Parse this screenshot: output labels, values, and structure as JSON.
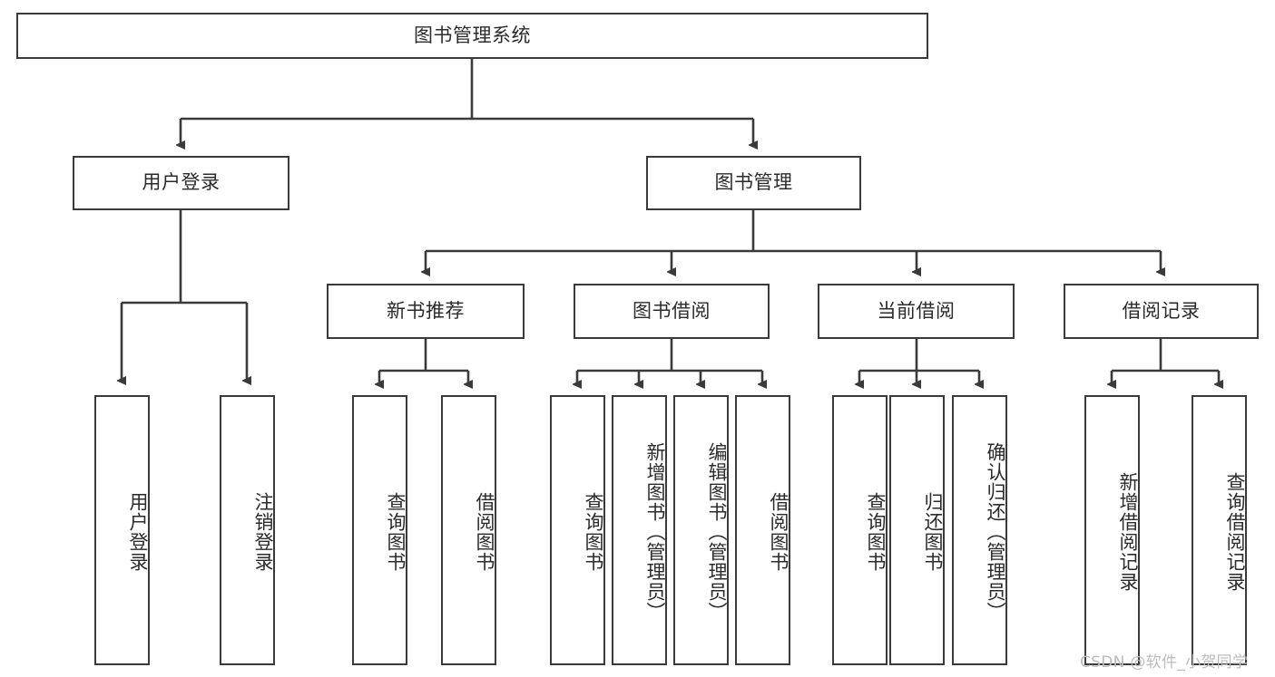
{
  "diagram": {
    "title": "图书管理系统",
    "type": "tree-hierarchy-chart",
    "root": {
      "label": "图书管理系统"
    },
    "level2": [
      {
        "label": "用户登录"
      },
      {
        "label": "图书管理"
      }
    ],
    "level3": [
      {
        "label": "新书推荐",
        "parent": "图书管理"
      },
      {
        "label": "图书借阅",
        "parent": "图书管理"
      },
      {
        "label": "当前借阅",
        "parent": "图书管理"
      },
      {
        "label": "借阅记录",
        "parent": "图书管理"
      }
    ],
    "leaves": [
      {
        "label": "用户登录",
        "parent": "用户登录"
      },
      {
        "label": "注销登录",
        "parent": "用户登录"
      },
      {
        "label": "查询图书",
        "parent": "新书推荐"
      },
      {
        "label": "借阅图书",
        "parent": "新书推荐"
      },
      {
        "label": "查询图书",
        "parent": "图书借阅"
      },
      {
        "label": "新增图书（管理员）",
        "parent": "图书借阅"
      },
      {
        "label": "编辑图书（管理员）",
        "parent": "图书借阅"
      },
      {
        "label": "借阅图书",
        "parent": "图书借阅"
      },
      {
        "label": "查询图书",
        "parent": "当前借阅"
      },
      {
        "label": "归还图书",
        "parent": "当前借阅"
      },
      {
        "label": "确认归还（管理员）",
        "parent": "当前借阅"
      },
      {
        "label": "新增借阅记录",
        "parent": "借阅记录"
      },
      {
        "label": "查询借阅记录",
        "parent": "借阅记录"
      }
    ],
    "watermark": "CSDN @软件_小贺同学",
    "colors": {
      "stroke": "#3a3a3a",
      "text": "#2b2b2b",
      "background": "#ffffff",
      "watermark": "#bcbcbc"
    }
  }
}
